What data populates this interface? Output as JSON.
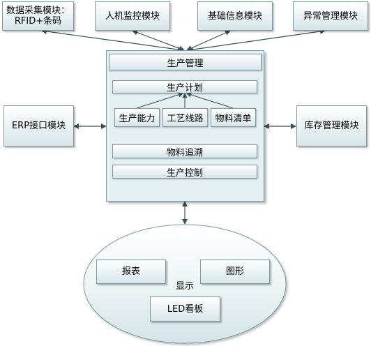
{
  "top_modules": {
    "data_collection_line1": "数据采集模块：",
    "data_collection_line2": "RFID+条码",
    "hmi_monitoring": "人机监控模块",
    "basic_info": "基础信息模块",
    "exception_management": "异常管理模块"
  },
  "side_modules": {
    "erp_interface": "ERP接口模块",
    "inventory_management": "库存管理模块"
  },
  "production": {
    "title": "生产管理",
    "plan": "生产计划",
    "capacity": "生产能力",
    "process_route": "工艺线路",
    "bom": "物料清单",
    "material_tracing": "物料追溯",
    "control": "生产控制"
  },
  "display": {
    "title": "显示",
    "report": "报表",
    "graphics": "图形",
    "led_board": "LED看板"
  }
}
